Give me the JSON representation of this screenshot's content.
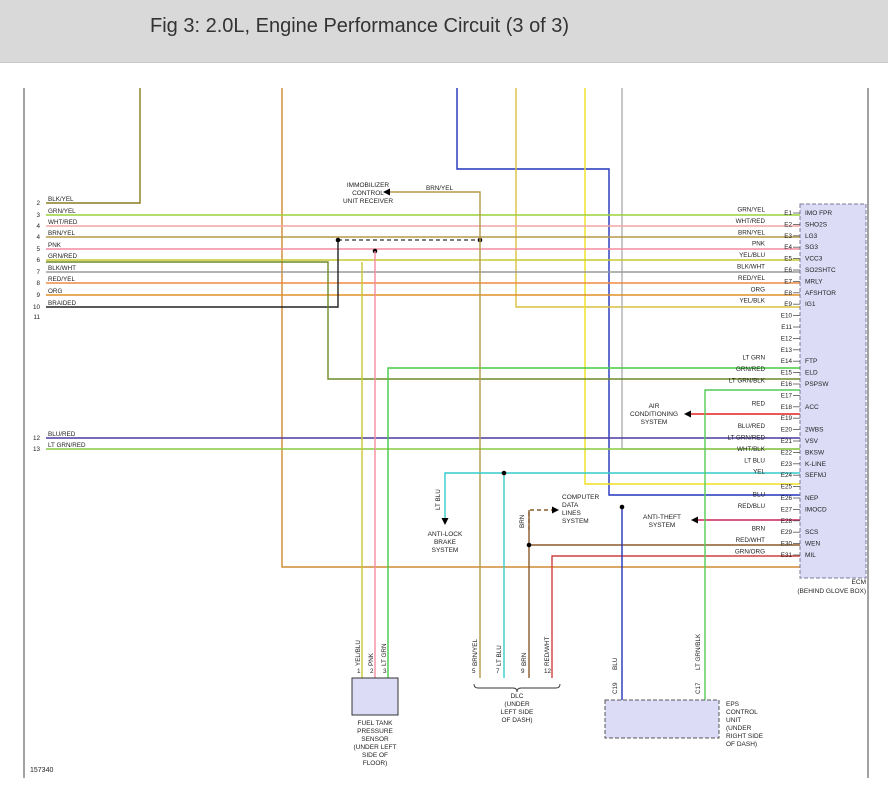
{
  "title": "Fig 3: 2.0L, Engine Performance Circuit (3 of 3)",
  "figure_id": "157340",
  "colors": {
    "title_bg": "#d9d9d9",
    "ecm_fill": "#dcdcf7",
    "ecm_border": "#7a7a9a",
    "BLK/YEL": "#8a7d20",
    "GRN/YEL": "#9bd23a",
    "WHT/RED": "#f2a6a6",
    "BRN/YEL": "#b59a4a",
    "PNK": "#f48ca0",
    "GRN/RED": "#6e8a28",
    "BLK/WHT": "#9a9a9a",
    "RED/YEL": "#f08a40",
    "ORG": "#e0902a",
    "BRAIDED": "#222222",
    "LT GRN": "#44cc44",
    "LT GRN/BLK": "#55cc55",
    "RED": "#e02020",
    "BLU/RED": "#4a3aa0",
    "LT GRN/RED": "#88cc44",
    "WHT/BLK": "#b0b0b0",
    "LT BLU": "#33cccc",
    "YEL": "#f0e020",
    "BLU": "#2233bb",
    "RED/BLU": "#cc2060",
    "BRN": "#8b5a2b",
    "RED/WHT": "#d04040",
    "GRN/ORG": "#d08a30",
    "YEL/BLU": "#c8c830",
    "YEL/BLK": "#d8c040"
  },
  "left_wires": [
    {
      "num": "2",
      "label": "BLK/YEL"
    },
    {
      "num": "3",
      "label": "GRN/YEL"
    },
    {
      "num": "4",
      "label": "WHT/RED"
    },
    {
      "num": "4",
      "label": "BRN/YEL"
    },
    {
      "num": "5",
      "label": "PNK"
    },
    {
      "num": "6",
      "label": "GRN/RED"
    },
    {
      "num": "7",
      "label": "BLK/WHT"
    },
    {
      "num": "8",
      "label": "RED/YEL"
    },
    {
      "num": "9",
      "label": "ORG"
    },
    {
      "num": "10",
      "label": "BRAIDED"
    },
    {
      "num": "11",
      "label": ""
    },
    {
      "num": "12",
      "label": "BLU/RED"
    },
    {
      "num": "13",
      "label": "LT GRN/RED"
    }
  ],
  "ecm": {
    "label": "ECM",
    "sublabel": "(BEHIND GLOVE BOX)",
    "pins": [
      {
        "pin": "E1",
        "wire": "GRN/YEL",
        "name": "IMO FPR"
      },
      {
        "pin": "E2",
        "wire": "WHT/RED",
        "name": "SHO2S"
      },
      {
        "pin": "E3",
        "wire": "BRN/YEL",
        "name": "LG3"
      },
      {
        "pin": "E4",
        "wire": "PNK",
        "name": "SG3"
      },
      {
        "pin": "E5",
        "wire": "YEL/BLU",
        "name": "VCC3"
      },
      {
        "pin": "E6",
        "wire": "BLK/WHT",
        "name": "SO2SHTC"
      },
      {
        "pin": "E7",
        "wire": "RED/YEL",
        "name": "MRLY"
      },
      {
        "pin": "E8",
        "wire": "ORG",
        "name": "AFSHTOR"
      },
      {
        "pin": "E9",
        "wire": "YEL/BLK",
        "name": "IG1"
      },
      {
        "pin": "E10",
        "wire": "",
        "name": ""
      },
      {
        "pin": "E11",
        "wire": "",
        "name": ""
      },
      {
        "pin": "E12",
        "wire": "",
        "name": ""
      },
      {
        "pin": "E13",
        "wire": "",
        "name": ""
      },
      {
        "pin": "E14",
        "wire": "LT GRN",
        "name": "FTP"
      },
      {
        "pin": "E15",
        "wire": "GRN/RED",
        "name": "ELD"
      },
      {
        "pin": "E16",
        "wire": "LT GRN/BLK",
        "name": "PSPSW"
      },
      {
        "pin": "E17",
        "wire": "",
        "name": ""
      },
      {
        "pin": "E18",
        "wire": "RED",
        "name": "ACC"
      },
      {
        "pin": "E19",
        "wire": "",
        "name": ""
      },
      {
        "pin": "E20",
        "wire": "BLU/RED",
        "name": "2WBS"
      },
      {
        "pin": "E21",
        "wire": "LT GRN/RED",
        "name": "VSV"
      },
      {
        "pin": "E22",
        "wire": "WHT/BLK",
        "name": "BKSW"
      },
      {
        "pin": "E23",
        "wire": "LT BLU",
        "name": "K-LINE"
      },
      {
        "pin": "E24",
        "wire": "YEL",
        "name": "SEFMJ"
      },
      {
        "pin": "E25",
        "wire": "",
        "name": ""
      },
      {
        "pin": "E26",
        "wire": "BLU",
        "name": "NEP"
      },
      {
        "pin": "E27",
        "wire": "RED/BLU",
        "name": "IMOCD"
      },
      {
        "pin": "E28",
        "wire": "",
        "name": ""
      },
      {
        "pin": "E29",
        "wire": "BRN",
        "name": "SCS"
      },
      {
        "pin": "E30",
        "wire": "RED/WHT",
        "name": "WEN"
      },
      {
        "pin": "E31",
        "wire": "GRN/ORG",
        "name": "MIL"
      }
    ]
  },
  "immobilizer": {
    "lines": [
      "IMMOBILIZER",
      "CONTROL",
      "UNIT RECEIVER"
    ],
    "wire": "BRN/YEL"
  },
  "air_conditioning": {
    "lines": [
      "AIR",
      "CONDITIONING",
      "SYSTEM"
    ]
  },
  "anti_theft": {
    "lines": [
      "ANTI-THEFT",
      "SYSTEM"
    ]
  },
  "computer_data": {
    "lines": [
      "COMPUTER",
      "DATA",
      "LINES",
      "SYSTEM"
    ],
    "wire": "BRN"
  },
  "anti_lock": {
    "lines": [
      "ANTI-LOCK",
      "BRAKE",
      "SYSTEM"
    ],
    "wire": "LT BLU"
  },
  "fuel_tank": {
    "lines": [
      "FUEL TANK",
      "PRESSURE",
      "SENSOR",
      "(UNDER LEFT",
      "SIDE OF",
      "FLOOR)"
    ],
    "pins": [
      {
        "num": "1",
        "wire": "YEL/BLU"
      },
      {
        "num": "2",
        "wire": "PNK"
      },
      {
        "num": "3",
        "wire": "LT GRN"
      }
    ]
  },
  "dlc": {
    "lines": [
      "DLC",
      "(UNDER",
      "LEFT SIDE",
      "OF DASH)"
    ],
    "pins": [
      {
        "num": "5",
        "wire": "BRN/YEL"
      },
      {
        "num": "7",
        "wire": "LT BLU"
      },
      {
        "num": "9",
        "wire": "BRN"
      },
      {
        "num": "12",
        "wire": "RED/WHT"
      }
    ]
  },
  "eps": {
    "lines": [
      "EPS",
      "CONTROL",
      "UNIT",
      "(UNDER",
      "RIGHT SIDE",
      "OF DASH)"
    ],
    "pins": [
      {
        "num": "C19",
        "wire": "BLU"
      },
      {
        "num": "C17",
        "wire": "LT GRN/BLK"
      }
    ]
  }
}
